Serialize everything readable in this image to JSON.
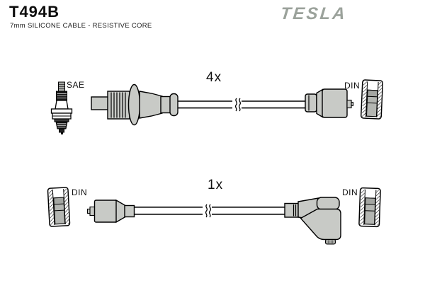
{
  "header": {
    "part_number": "T494B",
    "subtitle": "7mm SILICONE CABLE - RESISTIVE CORE",
    "brand": "TESLA"
  },
  "diagram": {
    "rows": [
      {
        "quantity": "4x",
        "left_label": "SAE",
        "right_label": "DIN",
        "left_figure": "spark-plug",
        "connector_figure": "ribbed-straight-boot",
        "right_figure": "din-terminal-cutaway"
      },
      {
        "quantity": "1x",
        "left_label": "DIN",
        "right_label": "DIN",
        "left_figure": "din-terminal-cutaway",
        "connector_figure": "straight-boot",
        "right_connector_figure": "angled-boot",
        "right_figure": "din-terminal-cutaway"
      }
    ]
  },
  "colors": {
    "brand_gray": "#9ba29b",
    "part_fill": "#c8cac6",
    "part_dark": "#b4b6b2",
    "part_deep": "#a4a6a2",
    "outline": "#000000",
    "background": "#ffffff"
  }
}
